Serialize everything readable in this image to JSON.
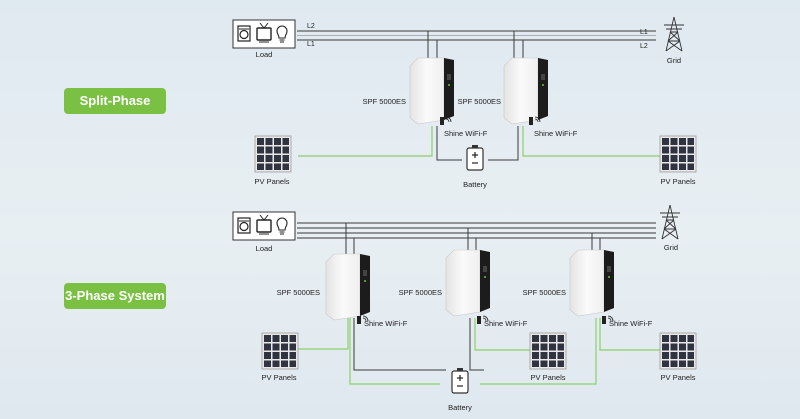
{
  "colors": {
    "accent_green": "#79c043",
    "pv_line": "#8cd06a",
    "ac_line": "#3a3a3a",
    "panel_cell": "#2f3440",
    "inverter_body": "#f7f7f7",
    "inverter_front": "#1c1c1c"
  },
  "split_phase": {
    "badge": "Split-Phase",
    "load_label": "Load",
    "grid_label": "Grid",
    "wire_l2": "L2",
    "wire_l1": "L1",
    "grid_wire_l1": "L1",
    "grid_wire_l2": "L2",
    "inverter_1_label": "SPF 5000ES",
    "inverter_2_label": "SPF 5000ES",
    "wifi_1": "Shine WiFi-F",
    "wifi_2": "Shine WiFi-F",
    "battery_label": "Battery",
    "pv_left": "PV Panels",
    "pv_right": "PV Panels"
  },
  "three_phase": {
    "badge": "3-Phase System",
    "load_label": "Load",
    "grid_label": "Grid",
    "inverter_1_label": "SPF 5000ES",
    "inverter_2_label": "SPF 5000ES",
    "inverter_3_label": "SPF 5000ES",
    "wifi_1": "Shine WiFi-F",
    "wifi_2": "Shine WiFi-F",
    "wifi_3": "Shine WiFi-F",
    "battery_label": "Battery",
    "pv_1": "PV Panels",
    "pv_2": "PV Panels",
    "pv_3": "PV Panels"
  },
  "icons": [
    "washing-machine-icon",
    "tv-icon",
    "light-bulb-icon",
    "pylon-icon",
    "wifi-icon",
    "battery-icon",
    "solar-panel-icon"
  ]
}
